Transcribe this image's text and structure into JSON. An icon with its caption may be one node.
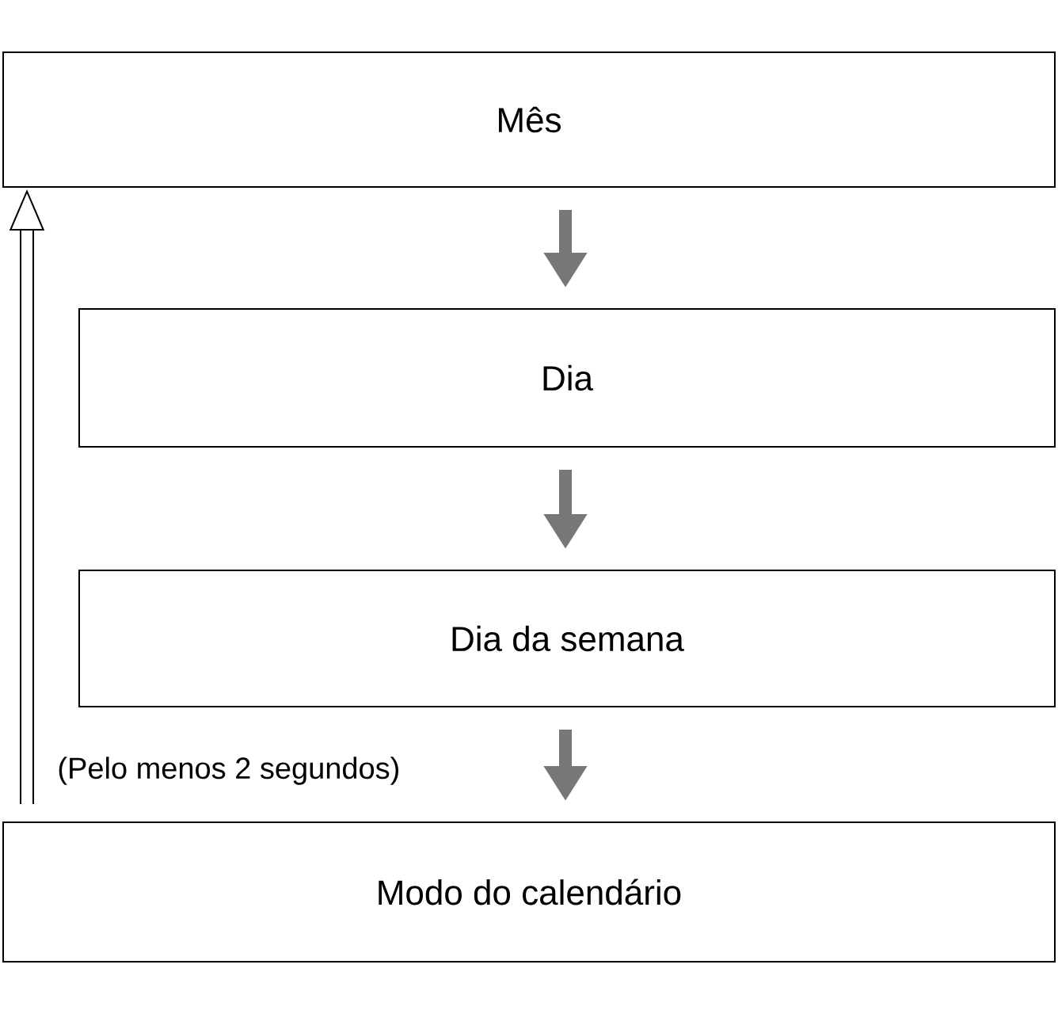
{
  "diagram": {
    "nodes": [
      {
        "text": [
          "Mês"
        ]
      },
      {
        "text": [
          "Dia"
        ]
      },
      {
        "text": [
          "Dia da semana"
        ]
      },
      {
        "text": [
          "Modo do calendário"
        ]
      }
    ],
    "edges": [
      {
        "from": 0,
        "to": 1,
        "arrow": "to"
      },
      {
        "from": 1,
        "to": 2,
        "arrow": "to"
      },
      {
        "from": 2,
        "to": 3,
        "arrow": "to"
      },
      {
        "from": 3,
        "to": 0,
        "arrow": "to",
        "label": "(Pelo menos 2 segundos)",
        "color": "#000000"
      }
    ]
  }
}
